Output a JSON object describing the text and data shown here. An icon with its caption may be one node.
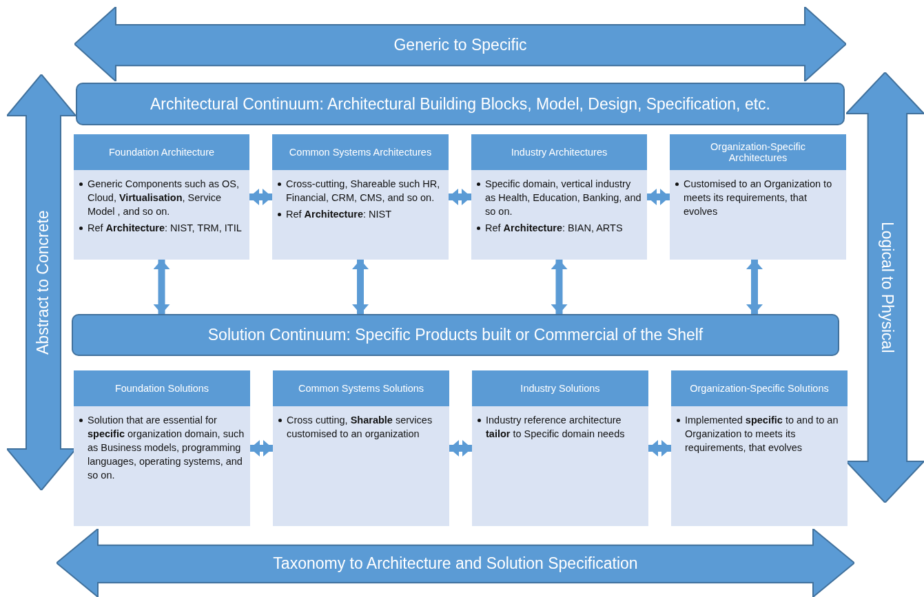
{
  "diagram": {
    "nodes": [
      {
        "text": [
          "Generic to Specific"
        ]
      },
      {
        "text": [
          "Abstract to Concrete"
        ]
      },
      {
        "text": [
          "Logical to Physical"
        ]
      },
      {
        "text": [
          "Architectural Continuum: Architectural Building Blocks, Model, Design, Specification, etc."
        ]
      },
      {
        "text": [
          "Foundation Architecture",
          "Generic Components such as OS, Cloud, **Virtualisation**, Service Model , and so on.",
          "Ref **Architecture**: NIST, TRM, ITIL"
        ]
      },
      {
        "text": [
          "Common Systems Architectures",
          "Cross-cutting, Shareable such HR, Financial, CRM, CMS, and so on.",
          "Ref **Architecture**: NIST"
        ]
      },
      {
        "text": [
          "Industry Architectures",
          "Specific domain, vertical industry as Health, Education, Banking, and so on.",
          "Ref **Architecture**: BIAN, ARTS"
        ]
      },
      {
        "text": [
          "Organization-Specific Architectures",
          "Customised to an Organization to meets its requirements, that evolves"
        ]
      },
      {
        "text": [
          "Solution Continuum: Specific Products built or Commercial of the Shelf"
        ]
      },
      {
        "text": [
          "Foundation Solutions",
          "Solution that are essential for **specific** organization domain, such as Business models, programming languages, operating systems, and so on."
        ]
      },
      {
        "text": [
          "Common Systems Solutions",
          "Cross cutting, **Sharable** services customised to an organization"
        ]
      },
      {
        "text": [
          "Industry Solutions",
          "Industry reference architecture **tailor** to Specific domain needs"
        ]
      },
      {
        "text": [
          "Organization-Specific Solutions",
          "Implemented **specific** to and to an Organization to meets its requirements, that evolves"
        ]
      },
      {
        "text": [
          "Taxonomy to Architecture and Solution Specification"
        ]
      }
    ],
    "edges": [
      {
        "from": 4,
        "to": 5,
        "arrow": "both"
      },
      {
        "from": 5,
        "to": 6,
        "arrow": "both"
      },
      {
        "from": 6,
        "to": 7,
        "arrow": "both"
      },
      {
        "from": 4,
        "to": 8,
        "arrow": "both"
      },
      {
        "from": 5,
        "to": 8,
        "arrow": "both"
      },
      {
        "from": 6,
        "to": 8,
        "arrow": "both"
      },
      {
        "from": 7,
        "to": 8,
        "arrow": "both"
      },
      {
        "from": 9,
        "to": 10,
        "arrow": "both"
      },
      {
        "from": 10,
        "to": 11,
        "arrow": "both"
      },
      {
        "from": 11,
        "to": 12,
        "arrow": "both"
      }
    ]
  }
}
